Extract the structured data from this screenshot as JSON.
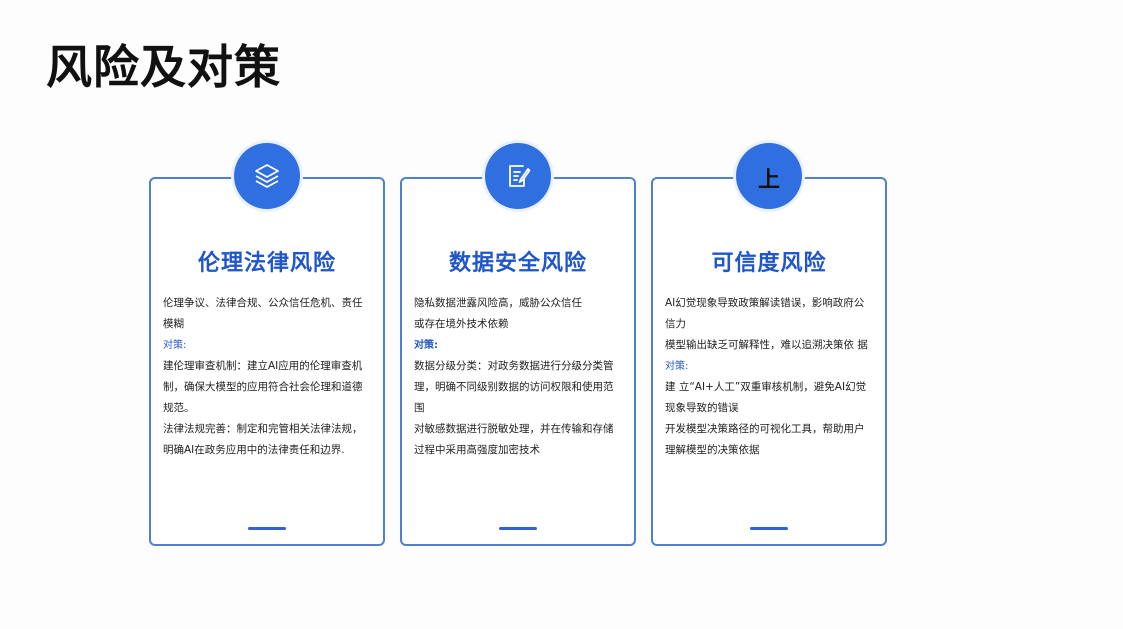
{
  "page": {
    "title": "风险及对策"
  },
  "colors": {
    "accent": "#2f6fe0",
    "card_border": "#4f7fcf",
    "title_blue": "#1f56c9"
  },
  "cards": [
    {
      "icon": "layers-icon",
      "title": "伦理法律风险",
      "risk_lines": [
        "伦理争议、法律合规、公众信任危机、责任模糊"
      ],
      "measures_label": "对策:",
      "measures": [
        "建伦理审查机制：建立AI应用的伦理审查机制，确保大模型的应用符合社会伦理和道德规范。",
        "法律法规完善：制定和完管相关法律法规，明确AI在政务应用中的法律责任和边界."
      ]
    },
    {
      "icon": "document-edit-icon",
      "title": "数据安全风险",
      "risk_lines": [
        "隐私数据泄露风险高，威胁公众信任",
        "或存在境外技术依赖"
      ],
      "measures_label": "对策:",
      "measures": [
        "数据分级分类：对政务数据进行分级分类管理，明确不同级别数据的访问权限和使用范围",
        "对敏感数据进行脱敏处理，并在传输和存储过程中采用高强度加密技术"
      ]
    },
    {
      "icon": "text-glyph-icon",
      "icon_text": "上",
      "title": "可信度风险",
      "risk_lines": [
        "AI幻觉现象导致政策解读错误，影响政府公信力",
        "模型输出缺乏可解释性，难以追溯决策依 据"
      ],
      "measures_label": "对策:",
      "measures": [
        "建 立“AI+人工”双重审核机制，避免AI幻觉现象导致的错误",
        "开发模型决策路径的可视化工具，帮助用户理解模型的决策依据"
      ]
    }
  ]
}
